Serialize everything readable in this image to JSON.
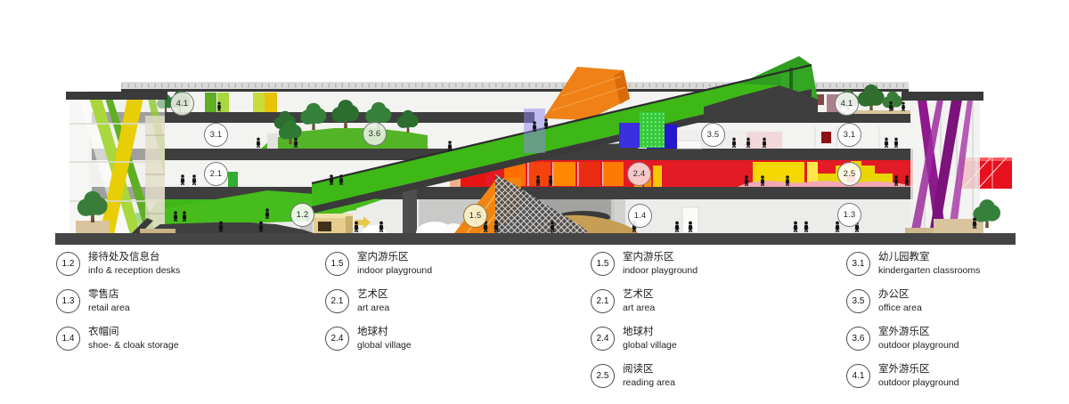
{
  "diagram": {
    "kind": "architectural cross-section of a kindergarten building with numbered program zones",
    "colors": {
      "slab_gray": "#3e3e3e",
      "ground_gray": "#454545",
      "ramp_green": "#3db817",
      "hill_green": "#54b427",
      "orange_volume": "#ef8116",
      "slide_orange": "#f28411",
      "band_red": "#e41a24",
      "band_yellow": "#f4d800",
      "band_pink": "#f3a8b4",
      "facade_yellow": "#e7ce07",
      "facade_light_green": "#a8d73e",
      "facade_purple": "#8e188e",
      "wood_tan": "#d9c49d",
      "tree_green": "#2f7a33"
    }
  },
  "section": {
    "markers": [
      {
        "id": "4.1"
      },
      {
        "id": "3.1"
      },
      {
        "id": "2.1"
      },
      {
        "id": "1.2"
      },
      {
        "id": "3.6"
      },
      {
        "id": "1.5"
      },
      {
        "id": "2.4"
      },
      {
        "id": "1.4"
      },
      {
        "id": "3.5"
      },
      {
        "id": "3.1"
      },
      {
        "id": "2.5"
      },
      {
        "id": "1.3"
      },
      {
        "id": "4.1"
      }
    ]
  },
  "legend": {
    "columns": [
      {
        "items": [
          {
            "id": "1.2",
            "zh": "接待处及信息台",
            "en": "info & reception desks"
          },
          {
            "id": "1.3",
            "zh": "零售店",
            "en": "retail area"
          },
          {
            "id": "1.4",
            "zh": "衣帽间",
            "en": "shoe- & cloak storage"
          }
        ]
      },
      {
        "items": [
          {
            "id": "1.5",
            "zh": "室内游乐区",
            "en": "indoor playground"
          },
          {
            "id": "2.1",
            "zh": "艺术区",
            "en": "art area"
          },
          {
            "id": "2.4",
            "zh": "地球村",
            "en": "global village"
          }
        ]
      },
      {
        "items": [
          {
            "id": "1.5",
            "zh": "室内游乐区",
            "en": "indoor playground"
          },
          {
            "id": "2.1",
            "zh": "艺术区",
            "en": "art area"
          },
          {
            "id": "2.4",
            "zh": "地球村",
            "en": "global village"
          },
          {
            "id": "2.5",
            "zh": "阅读区",
            "en": "reading area"
          }
        ]
      },
      {
        "items": [
          {
            "id": "3.1",
            "zh": "幼儿园教室",
            "en": "kindergarten classrooms"
          },
          {
            "id": "3.5",
            "zh": "办公区",
            "en": "office area"
          },
          {
            "id": "3.6",
            "zh": "室外游乐区",
            "en": "outdoor playground"
          },
          {
            "id": "4.1",
            "zh": "室外游乐区",
            "en": "outdoor playground"
          }
        ]
      }
    ]
  }
}
